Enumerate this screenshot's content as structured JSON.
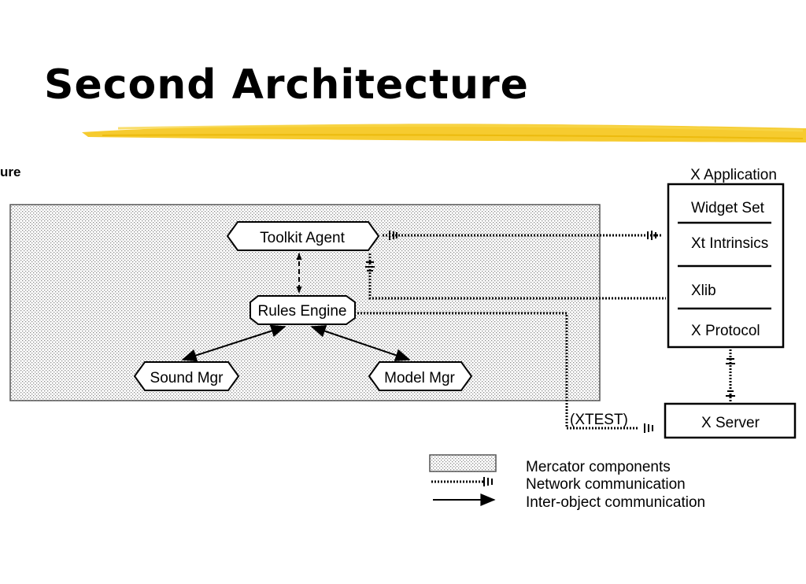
{
  "slide": {
    "title": "Second Architecture",
    "cut_label": "ure"
  },
  "mercator": {
    "nodes": {
      "toolkit_agent": "Toolkit Agent",
      "rules_engine": "Rules Engine",
      "sound_mgr": "Sound Mgr",
      "model_mgr": "Model Mgr"
    }
  },
  "x_application": {
    "title": "X Application",
    "layers": [
      "Widget Set",
      "Xt Intrinsics",
      "Xlib",
      "X Protocol"
    ]
  },
  "x_server": {
    "label": "X Server",
    "xtest_label": "(XTEST)"
  },
  "legend": [
    {
      "label": "Mercator components"
    },
    {
      "label": "Network communication"
    },
    {
      "label": "Inter-object communication"
    }
  ],
  "colors": {
    "highlighter": "#f5c518",
    "stipple_dot": "#8a8a8a",
    "ink": "#000000"
  }
}
